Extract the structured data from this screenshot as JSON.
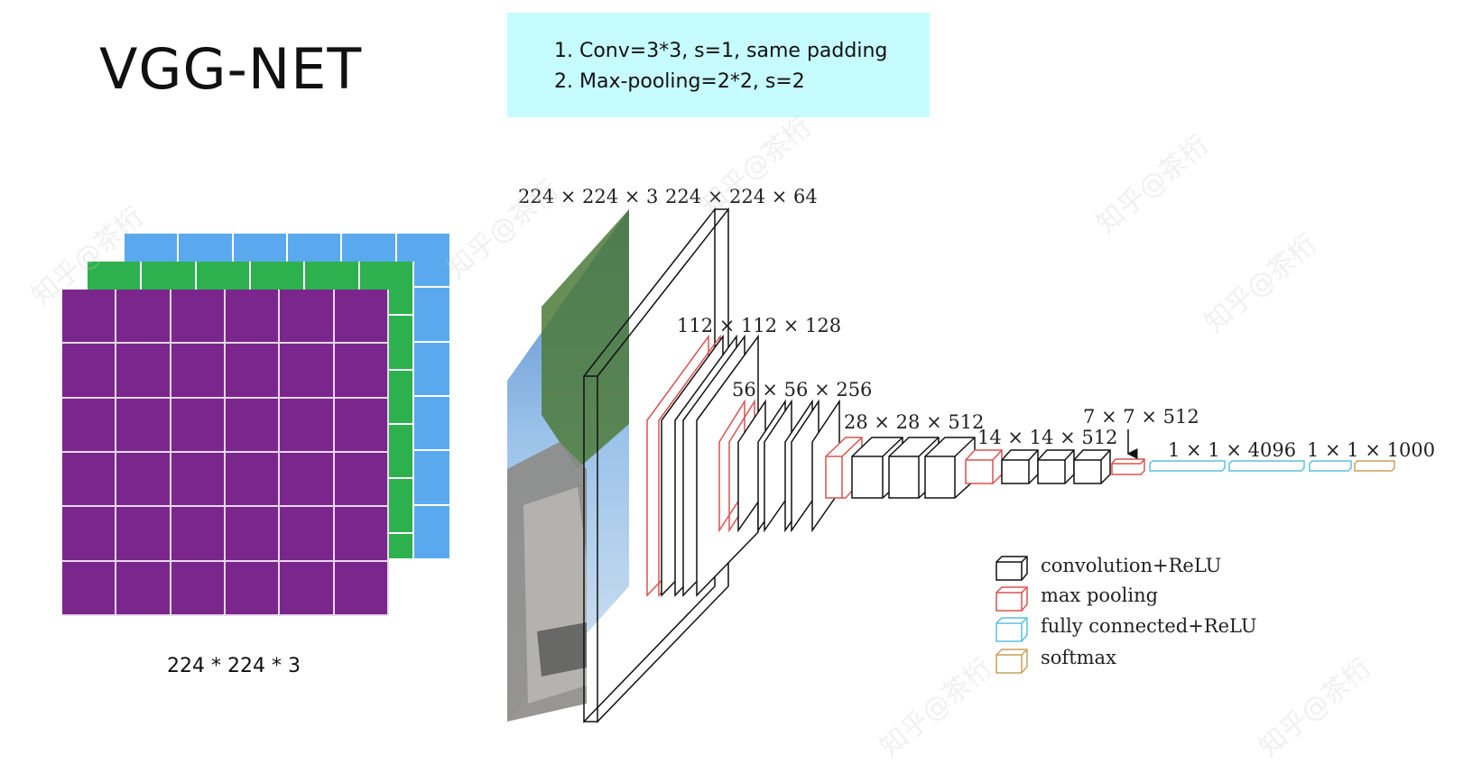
{
  "title": "VGG-NET",
  "notes": [
    "1. Conv=3*3, s=1, same padding",
    "2. Max-pooling=2*2, s=2"
  ],
  "input_grid": {
    "caption": "224 * 224 * 3",
    "rows": 6,
    "cols": 6,
    "layers": [
      {
        "name": "blue-channel",
        "color": "#5aa9ef"
      },
      {
        "name": "green-channel",
        "color": "#2db04e"
      },
      {
        "name": "purple-channel",
        "color": "#7a268d"
      }
    ]
  },
  "architecture": {
    "labels": {
      "input": "224 × 224 × 3",
      "conv1": "224 × 224 × 64",
      "conv2": "112 × 112 × 128",
      "conv3": "56 × 56 × 256",
      "conv4": "28 × 28 × 512",
      "conv5": "14 × 14 × 512",
      "pool5": "7 × 7 × 512",
      "fc": "1 × 1 × 4096",
      "softmax": "1 × 1 × 1000"
    },
    "colors": {
      "conv": "#111111",
      "pool": "#d9534f",
      "fc": "#5bc0de",
      "softmax": "#c9a15a"
    }
  },
  "legend": [
    {
      "label": "convolution+ReLU",
      "color": "#111111"
    },
    {
      "label": "max pooling",
      "color": "#d9534f"
    },
    {
      "label": "fully connected+ReLU",
      "color": "#5bc0de"
    },
    {
      "label": "softmax",
      "color": "#c9a15a"
    }
  ],
  "watermark": "知乎@茶桁"
}
